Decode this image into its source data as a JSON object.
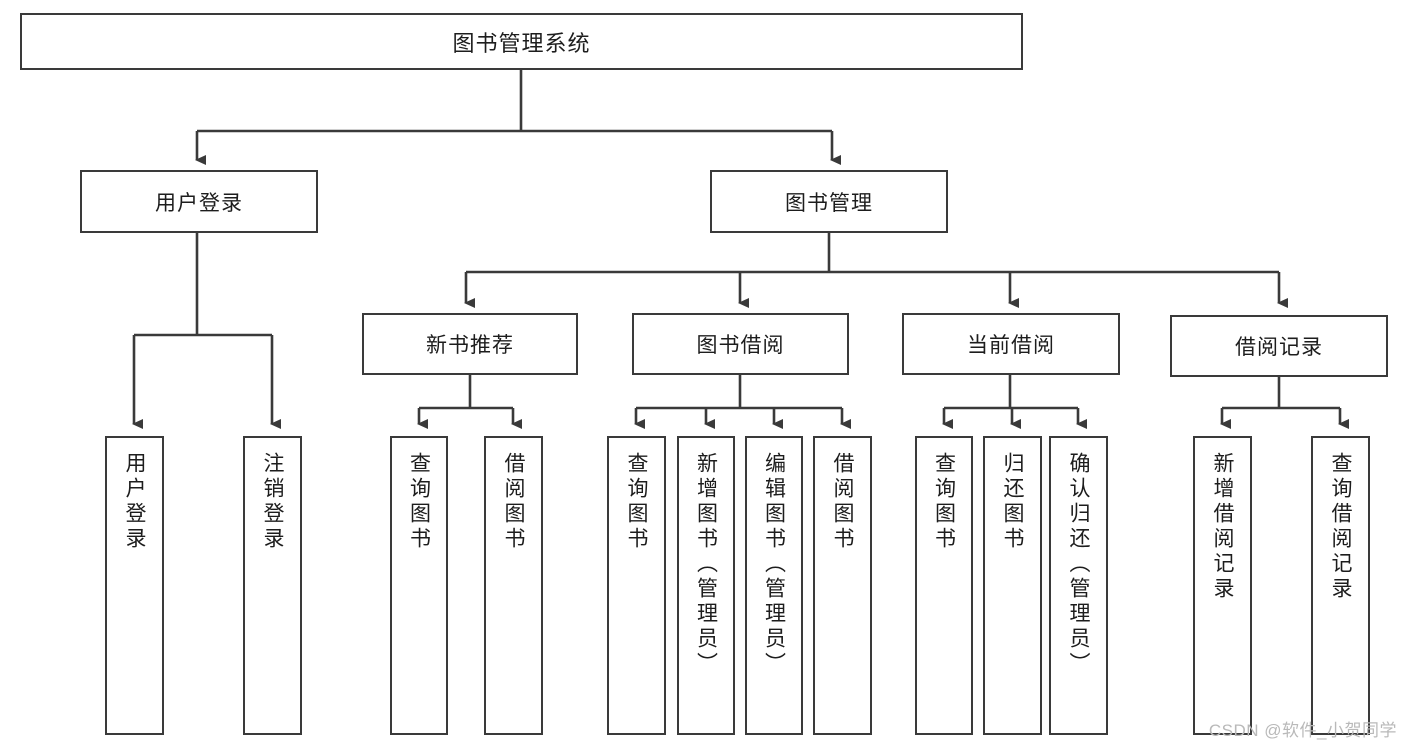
{
  "diagram": {
    "type": "tree-hierarchy",
    "title": "图书管理系统",
    "root": {
      "label": "图书管理系统"
    },
    "level2": [
      {
        "id": "user-login",
        "label": "用户登录"
      },
      {
        "id": "book-management",
        "label": "图书管理"
      }
    ],
    "level3": [
      {
        "id": "new-book-recommend",
        "label": "新书推荐",
        "parent": "book-management"
      },
      {
        "id": "book-borrow",
        "label": "图书借阅",
        "parent": "book-management"
      },
      {
        "id": "current-borrow",
        "label": "当前借阅",
        "parent": "book-management"
      },
      {
        "id": "borrow-record",
        "label": "借阅记录",
        "parent": "book-management"
      }
    ],
    "leaves": [
      {
        "id": "leaf-user-login",
        "label": "用户登录",
        "parent": "user-login"
      },
      {
        "id": "leaf-logout",
        "label": "注销登录",
        "parent": "user-login"
      },
      {
        "id": "leaf-query-book-1",
        "label": "查询图书",
        "parent": "new-book-recommend"
      },
      {
        "id": "leaf-borrow-book-1",
        "label": "借阅图书",
        "parent": "new-book-recommend"
      },
      {
        "id": "leaf-query-book-2",
        "label": "查询图书",
        "parent": "book-borrow"
      },
      {
        "id": "leaf-add-book",
        "label": "新增图书（管理员）",
        "parent": "book-borrow"
      },
      {
        "id": "leaf-edit-book",
        "label": "编辑图书（管理员）",
        "parent": "book-borrow"
      },
      {
        "id": "leaf-borrow-book-2",
        "label": "借阅图书",
        "parent": "book-borrow"
      },
      {
        "id": "leaf-query-book-3",
        "label": "查询图书",
        "parent": "current-borrow"
      },
      {
        "id": "leaf-return-book",
        "label": "归还图书",
        "parent": "current-borrow"
      },
      {
        "id": "leaf-confirm-return",
        "label": "确认归还（管理员）",
        "parent": "current-borrow"
      },
      {
        "id": "leaf-add-record",
        "label": "新增借阅记录",
        "parent": "borrow-record"
      },
      {
        "id": "leaf-query-record",
        "label": "查询借阅记录",
        "parent": "borrow-record"
      }
    ]
  },
  "watermark": {
    "text": "CSDN @软件_小贺同学"
  },
  "colors": {
    "border": "#3a3a3a",
    "text": "#1d1d1d",
    "background": "#ffffff",
    "watermark": "#b9b9b9"
  }
}
